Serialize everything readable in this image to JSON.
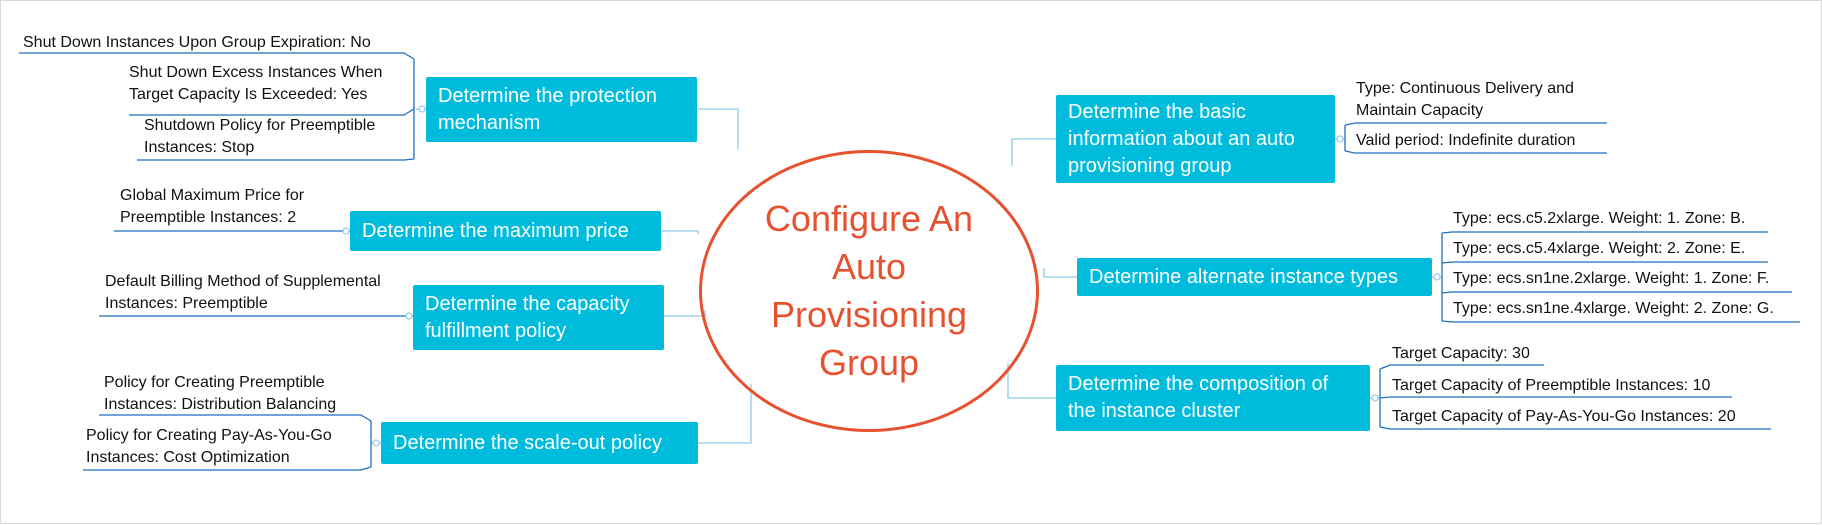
{
  "center": {
    "title": "Configure An Auto Provisioning Group"
  },
  "colors": {
    "center": "#e8512f",
    "topic": "#00bcdc",
    "line": "#1f6fbf",
    "connector": "#8fc9e6"
  },
  "left": [
    {
      "topic": "Determine the protection mechanism",
      "leaves": [
        "Shut Down Instances Upon Group Expiration: No",
        "Shut Down Excess Instances When Target Capacity Is Exceeded: Yes",
        "Shutdown Policy for Preemptible Instances: Stop"
      ]
    },
    {
      "topic": "Determine the maximum price",
      "leaves": [
        "Global Maximum Price for Preemptible Instances: 2"
      ]
    },
    {
      "topic": "Determine the capacity fulfillment policy",
      "leaves": [
        "Default Billing Method of Supplemental Instances: Preemptible"
      ]
    },
    {
      "topic": "Determine the scale-out policy",
      "leaves": [
        "Policy for Creating Preemptible Instances: Distribution Balancing",
        "Policy for Creating Pay-As-You-Go Instances: Cost Optimization"
      ]
    }
  ],
  "right": [
    {
      "topic": "Determine the basic information about an auto provisioning group",
      "leaves": [
        "Type: Continuous Delivery and Maintain Capacity",
        "Valid period: Indefinite duration"
      ]
    },
    {
      "topic": "Determine alternate instance types",
      "leaves": [
        "Type: ecs.c5.2xlarge. Weight: 1. Zone: B.",
        "Type: ecs.c5.4xlarge. Weight: 2. Zone: E.",
        "Type: ecs.sn1ne.2xlarge. Weight: 1. Zone: F.",
        "Type: ecs.sn1ne.4xlarge. Weight: 2. Zone: G."
      ]
    },
    {
      "topic": "Determine the composition of the instance cluster",
      "leaves": [
        "Target Capacity: 30",
        "Target Capacity of Preemptible Instances: 10",
        "Target Capacity of Pay-As-You-Go Instances: 20"
      ]
    }
  ]
}
